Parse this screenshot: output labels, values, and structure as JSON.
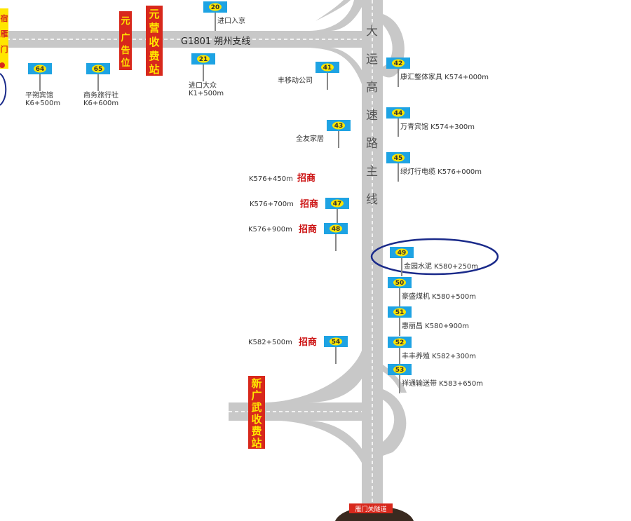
{
  "roads": {
    "branch_name": "G1801 朔州支线",
    "mainline_chars": [
      "大",
      "运",
      "高",
      "速",
      "路",
      "主",
      "线"
    ]
  },
  "toll_stations": {
    "yuanying": [
      "元",
      "营",
      "收",
      "费",
      "站"
    ],
    "xinguangwu": [
      "新",
      "广",
      "武",
      "收",
      "费",
      "站"
    ],
    "left_edge": [
      "宿",
      "雁",
      "门"
    ]
  },
  "ad_slots": {
    "vertical_title": [
      "广",
      "告",
      "位"
    ]
  },
  "tunnel": {
    "label": "雁门关隧道"
  },
  "boards": [
    {
      "id": "64",
      "label": "平朔宾馆",
      "km": "K6+500m"
    },
    {
      "id": "65",
      "label": "商务旅行社",
      "km": "K6+600m"
    },
    {
      "id": "20",
      "label": "进口入京",
      "km": ""
    },
    {
      "id": "21",
      "label": "进口大众",
      "km": "K1+500m"
    },
    {
      "id": "41",
      "label": "丰移动公司",
      "km": ""
    },
    {
      "id": "42",
      "label": "康汇整体家具",
      "km": "K574+000m"
    },
    {
      "id": "43",
      "label": "全友家居",
      "km": ""
    },
    {
      "id": "44",
      "label": "万青宾馆",
      "km": "K574+300m"
    },
    {
      "id": "45",
      "label": "绿灯行电缆",
      "km": "K576+000m"
    },
    {
      "id": "47",
      "label": "",
      "km": "K576+700m",
      "promo": "招商"
    },
    {
      "id": "48",
      "label": "",
      "km": "K576+900m",
      "promo": "招商"
    },
    {
      "id": "49",
      "label": "金园水泥",
      "km": "K580+250m"
    },
    {
      "id": "50",
      "label": "豪盛煤机",
      "km": "K580+500m"
    },
    {
      "id": "51",
      "label": "惠丽昌",
      "km": "K580+900m"
    },
    {
      "id": "52",
      "label": "丰丰养殖",
      "km": "K582+300m"
    },
    {
      "id": "53",
      "label": "祥通输送带",
      "km": "K583+650m"
    },
    {
      "id": "54",
      "label": "",
      "km": "K582+500m",
      "promo": "招商"
    }
  ],
  "promo_slot_46": {
    "km": "K576+450m",
    "promo": "招商"
  },
  "colors": {
    "road": "#c8c8c8",
    "board": "#1ea3e3",
    "badge": "#ffe600",
    "toll": "#d8281c",
    "toll_text": "#ffe600",
    "promo": "#cc1111",
    "highlight": "#1a2a8a"
  }
}
